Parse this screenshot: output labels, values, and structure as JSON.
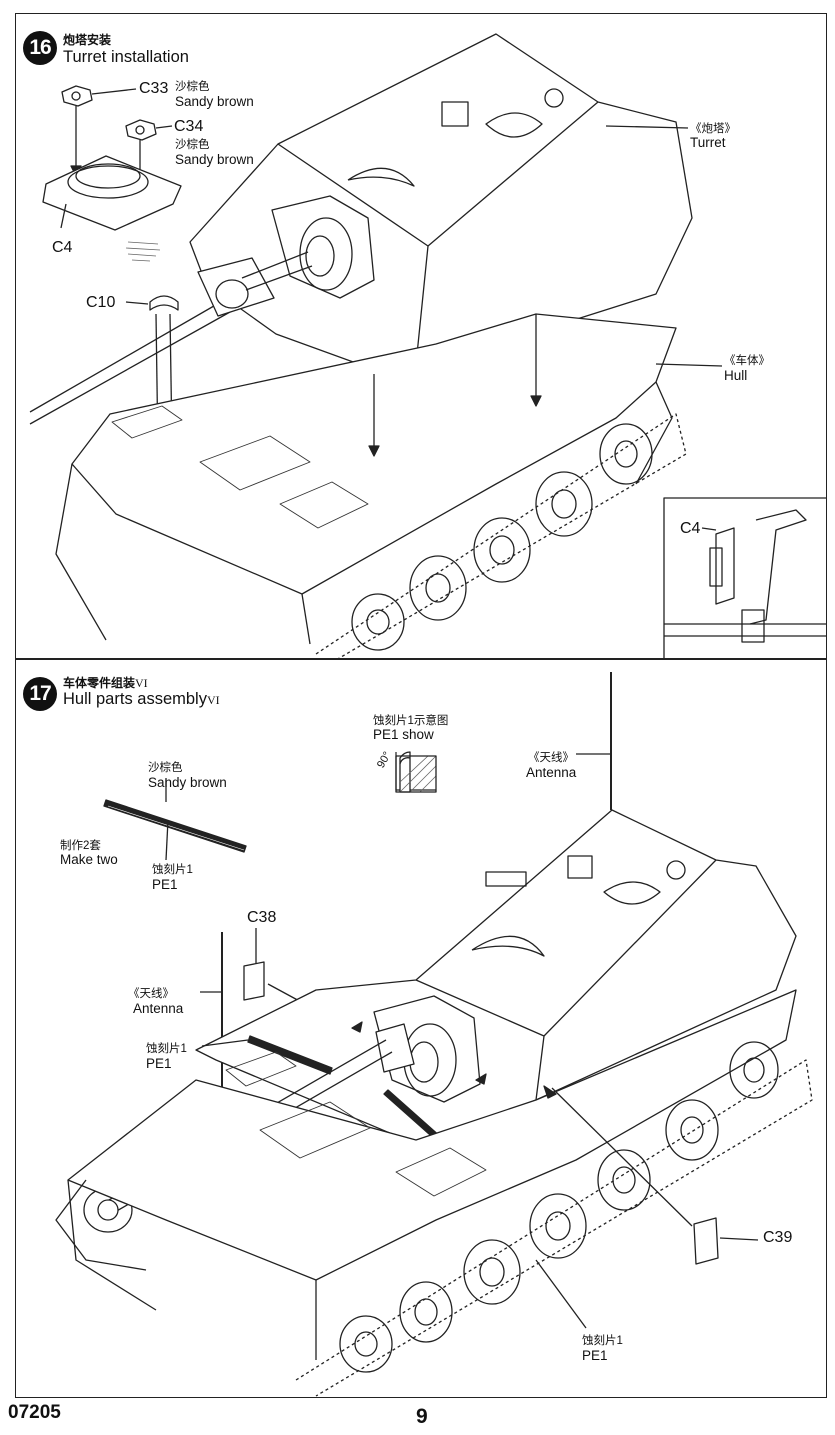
{
  "page": {
    "code": "07205",
    "number": "9"
  },
  "step16": {
    "number": "16",
    "title_cn": "炮塔安装",
    "title_en": "Turret installation",
    "parts": {
      "c33": "C33",
      "c34": "C34",
      "c4": "C4",
      "c10": "C10",
      "c4_detail": "C4"
    },
    "paint_c33": {
      "cn": "沙棕色",
      "en": "Sandy brown"
    },
    "paint_c34": {
      "cn": "沙棕色",
      "en": "Sandy brown"
    },
    "turret": {
      "cn": "《炮塔》",
      "en": "Turret"
    },
    "hull": {
      "cn": "《车体》",
      "en": "Hull"
    }
  },
  "step17": {
    "number": "17",
    "title_cn": "车体零件组装",
    "title_cn_suffix": "VI",
    "title_en": "Hull parts assembly",
    "title_en_suffix": "VI",
    "pe_show": {
      "cn": "蚀刻片1示意图",
      "en": "PE1 show",
      "angle": "90°"
    },
    "antenna_top": {
      "cn": "《天线》",
      "en": "Antenna"
    },
    "paint": {
      "cn": "沙棕色",
      "en": "Sandy brown"
    },
    "make_two": {
      "cn": "制作2套",
      "en": "Make two"
    },
    "pe_part": {
      "cn": "蚀刻片1",
      "en": "PE1"
    },
    "c38": "C38",
    "antenna_left": {
      "cn": "《天线》",
      "en": "Antenna"
    },
    "pe_left": {
      "cn": "蚀刻片1",
      "en": "PE1"
    },
    "c39": "C39",
    "pe_bottom": {
      "cn": "蚀刻片1",
      "en": "PE1"
    }
  },
  "colors": {
    "ink": "#111111",
    "line": "#222222",
    "paper": "#ffffff",
    "hatch": "#555555"
  }
}
